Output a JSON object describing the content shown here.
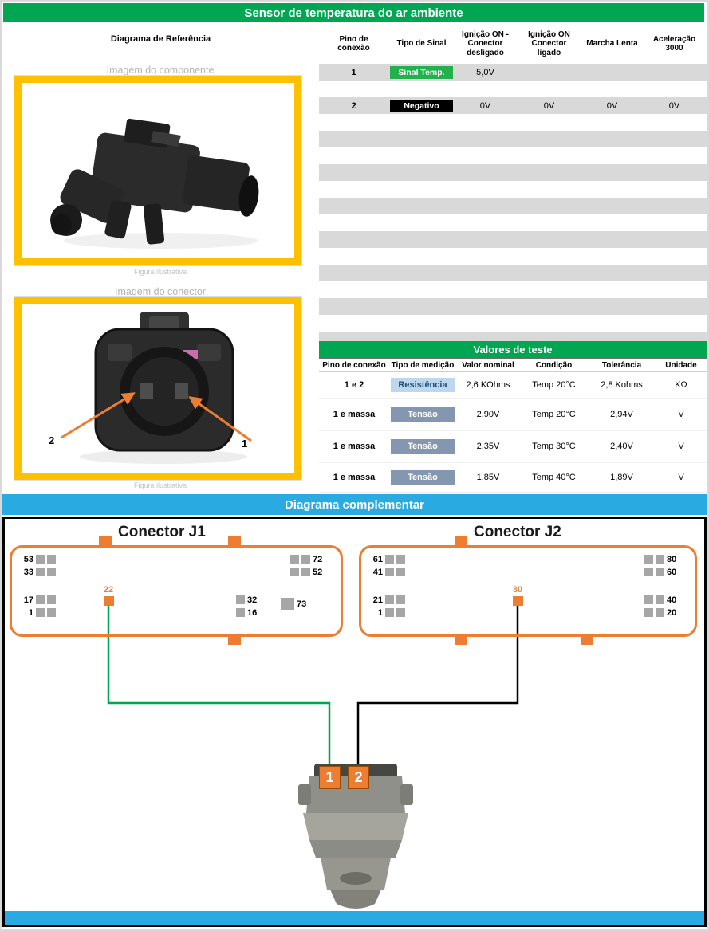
{
  "title": "Sensor de temperatura do ar ambiente",
  "reference": {
    "header": "Diagrama de Referência",
    "component_caption": "Imagem do componente",
    "connector_caption": "Imagem do conector",
    "figure_note": "Figura ilustrativa",
    "connector_pin_left": "2",
    "connector_pin_right": "1"
  },
  "signal_table": {
    "headers": [
      "Pino de conexão",
      "Tipo de Sinal",
      "Ignição ON - Conector desligado",
      "Ignição ON Conector ligado",
      "Marcha Lenta",
      "Aceleração 3000"
    ],
    "rows": [
      {
        "pin": "1",
        "signal": "Sinal Temp.",
        "values": [
          "5,0V",
          "",
          "",
          ""
        ]
      },
      {
        "pin": "2",
        "signal": "Negativo",
        "values": [
          "0V",
          "0V",
          "0V",
          "0V"
        ]
      }
    ]
  },
  "test_values": {
    "title": "Valores de teste",
    "headers": [
      "Pino de conexão",
      "Tipo de medição",
      "Valor nominal",
      "Condição",
      "Tolerância",
      "Unidade"
    ],
    "rows": [
      {
        "pin": "1 e 2",
        "type": "Resistência",
        "nominal": "2,6 KOhms",
        "condition": "Temp 20°C",
        "tolerance": "2,8 Kohms",
        "unit": "KΩ"
      },
      {
        "pin": "1 e massa",
        "type": "Tensão",
        "nominal": "2,90V",
        "condition": "Temp 20°C",
        "tolerance": "2,94V",
        "unit": "V"
      },
      {
        "pin": "1 e massa",
        "type": "Tensão",
        "nominal": "2,35V",
        "condition": "Temp 30°C",
        "tolerance": "2,40V",
        "unit": "V"
      },
      {
        "pin": "1 e massa",
        "type": "Tensão",
        "nominal": "1,85V",
        "condition": "Temp 40°C",
        "tolerance": "1,89V",
        "unit": "V"
      }
    ]
  },
  "diagram": {
    "title": "Diagrama complementar",
    "j1": {
      "label": "Conector J1",
      "left_pins": [
        "53",
        "33",
        "17",
        "1"
      ],
      "right_pins": [
        "72",
        "52",
        "32",
        "16"
      ],
      "extra_pin": "73",
      "highlight_pin": "22"
    },
    "j2": {
      "label": "Conector J2",
      "left_pins": [
        "61",
        "41",
        "21",
        "1"
      ],
      "right_pins": [
        "80",
        "60",
        "40",
        "20"
      ],
      "highlight_pin": "30"
    },
    "sensor_pins": [
      "1",
      "2"
    ]
  },
  "colors": {
    "header_green": "#00a651",
    "cyan": "#29abe2",
    "frame_yellow": "#ffc000",
    "orange": "#ed7d31",
    "badge_green": "#22b14c",
    "badge_black": "#000000",
    "badge_lightblue": "#bdd7ee",
    "badge_slate": "#8496b0",
    "row_gray": "#d9d9d9",
    "wire_green": "#00a651",
    "wire_black": "#000000"
  }
}
